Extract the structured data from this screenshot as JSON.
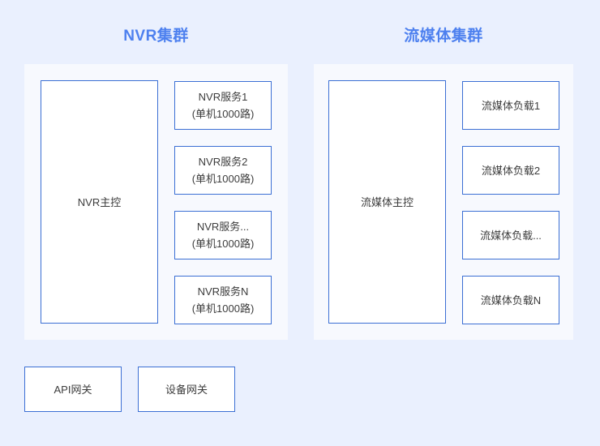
{
  "page": {
    "background_color": "#eaf0fe",
    "panel_color": "#f7f9fe",
    "node_background": "#ffffff",
    "node_border_color": "#3b6fd4",
    "title_color": "#4d80ef",
    "node_text_color": "#3c3c3c"
  },
  "clusters": [
    {
      "id": "nvr",
      "title": "NVR集群",
      "master": {
        "label": "NVR主控"
      },
      "nodes": [
        {
          "line1": "NVR服务1",
          "line2": "(单机1000路)"
        },
        {
          "line1": "NVR服务2",
          "line2": "(单机1000路)"
        },
        {
          "line1": "NVR服务...",
          "line2": "(单机1000路)"
        },
        {
          "line1": "NVR服务N",
          "line2": "(单机1000路)"
        }
      ]
    },
    {
      "id": "media",
      "title": "流媒体集群",
      "master": {
        "label": "流媒体主控"
      },
      "nodes": [
        {
          "line1": "流媒体负载1",
          "line2": ""
        },
        {
          "line1": "流媒体负载2",
          "line2": ""
        },
        {
          "line1": "流媒体负载...",
          "line2": ""
        },
        {
          "line1": "流媒体负载N",
          "line2": ""
        }
      ]
    }
  ],
  "gateways": [
    {
      "label": "API网关"
    },
    {
      "label": "设备网关"
    }
  ]
}
